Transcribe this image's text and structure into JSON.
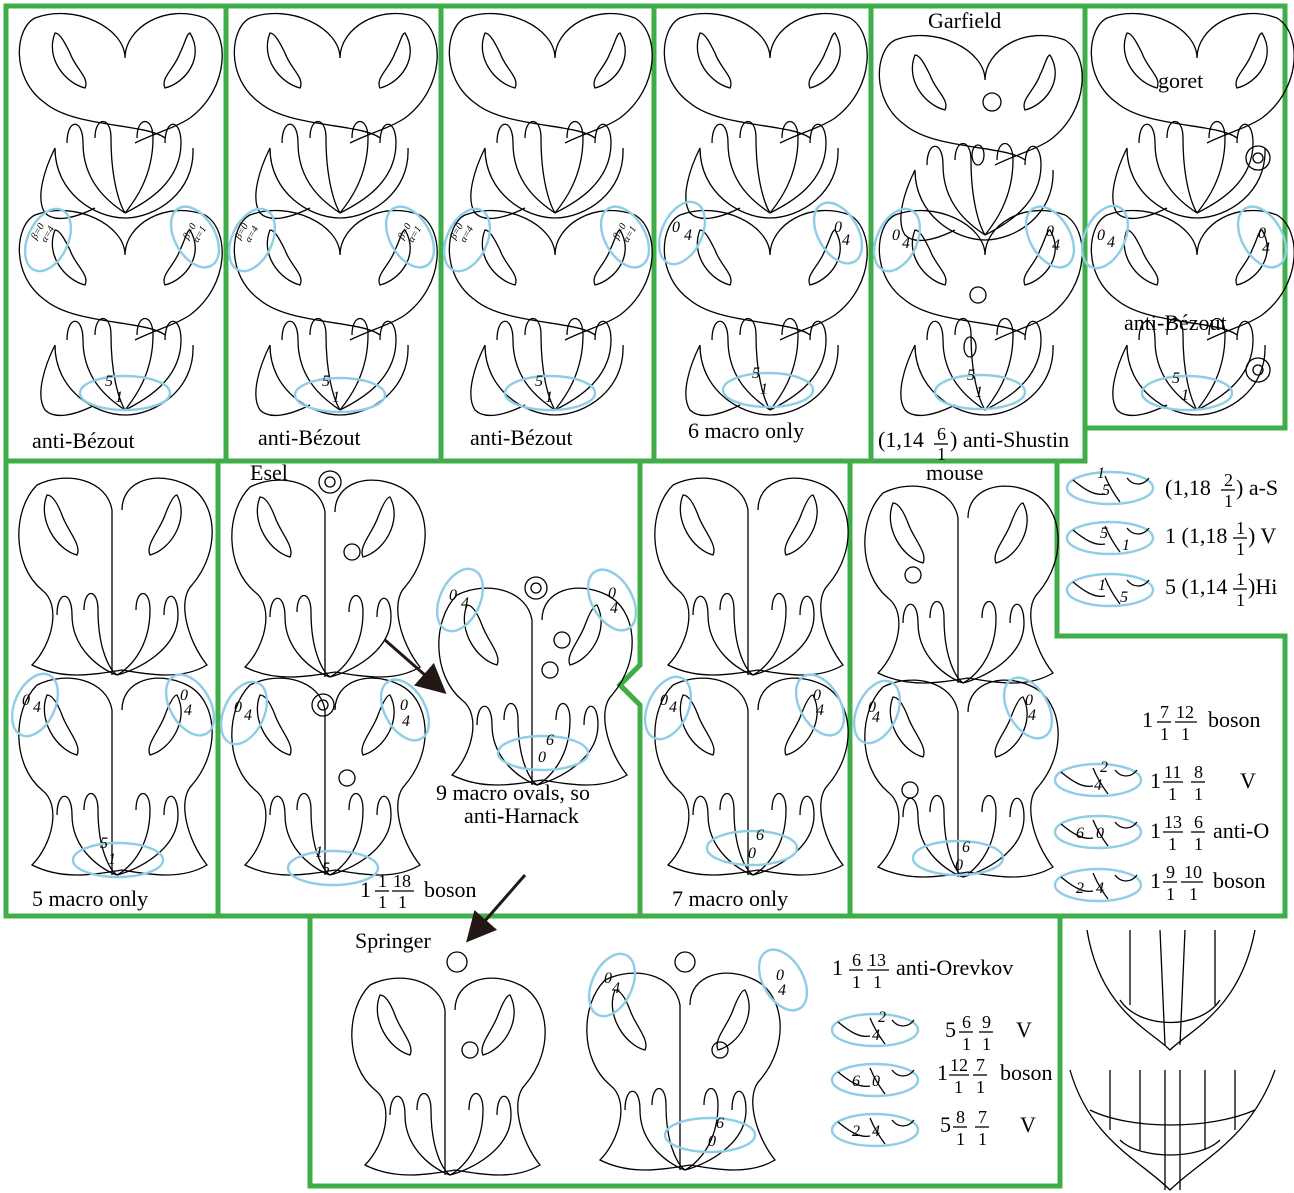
{
  "colors": {
    "frame": "#3fae49",
    "ellipse": "#8ecde6",
    "curve": "#000000",
    "arrow": "#231815"
  },
  "labels": {
    "p1": "anti-Bézout",
    "p2": "anti-Bézout",
    "p3": "anti-Bézout",
    "p4": "6 macro only",
    "garfield": "Garfield",
    "anti_shustin_pre": "(1,14",
    "anti_shustin_post": ") anti-Shustin",
    "mouse": "mouse",
    "goret": "goret",
    "goret_anti": "anti-Bézout",
    "p7": "5 macro only",
    "esel": "Esel",
    "harnack1": "9 macro ovals, so",
    "harnack2": "anti-Harnack",
    "esel_boson": "boson",
    "p9": "7 macro only",
    "springer": "Springer"
  },
  "numbers": {
    "zero": "0",
    "one": "1",
    "two": "2",
    "four": "4",
    "five": "5",
    "six": "6",
    "beta0": "β=0",
    "alpha4": "α=4",
    "alpha1": "α=1"
  },
  "legend_top": {
    "r1_pre": "(1,18",
    "r1_num": "2",
    "r1_den": "1",
    "r1_post": ") a-S",
    "r2_pre": "1 (1,18",
    "r2_num": "1",
    "r2_den": "1",
    "r2_post": ") V",
    "r3_pre": "5 (1,14",
    "r3_num": "1",
    "r3_den": "1",
    "r3_post": ")Hi"
  },
  "legend_mouse": {
    "head_lead": "1",
    "head_f1": [
      "7",
      "1"
    ],
    "head_f2": [
      "12",
      "1"
    ],
    "head_word": "boson",
    "rows": [
      {
        "lead": "1",
        "f1": [
          "11",
          "1"
        ],
        "f2": [
          "8",
          "1"
        ],
        "word": "V"
      },
      {
        "lead": "1",
        "f1": [
          "13",
          "1"
        ],
        "f2": [
          "6",
          "1"
        ],
        "word": "anti-O"
      },
      {
        "lead": "1",
        "f1": [
          "9",
          "1"
        ],
        "f2": [
          "10",
          "1"
        ],
        "word": "boson"
      }
    ]
  },
  "legend_springer": {
    "head_lead": "1",
    "head_f1": [
      "6",
      "1"
    ],
    "head_f2": [
      "13",
      "1"
    ],
    "head_word": "anti-Orevkov",
    "rows": [
      {
        "lead": "5",
        "f1": [
          "6",
          "1"
        ],
        "f2": [
          "9",
          "1"
        ],
        "word": "V"
      },
      {
        "lead": "1",
        "f1": [
          "12",
          "1"
        ],
        "f2": [
          "7",
          "1"
        ],
        "word": "boson"
      },
      {
        "lead": "5",
        "f1": [
          "8",
          "1"
        ],
        "f2": [
          "7",
          "1"
        ],
        "word": "V"
      }
    ]
  },
  "esel_frac": {
    "lead": "1",
    "f1": [
      "1",
      "1"
    ],
    "f2": [
      "18",
      "1"
    ]
  },
  "shustin_frac": {
    "num": "6",
    "den": "1"
  }
}
